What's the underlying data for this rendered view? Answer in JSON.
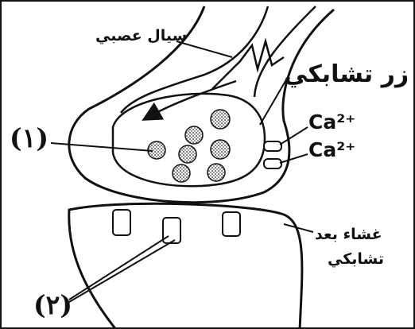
{
  "labels": {
    "nerve_impulse": "سيال عصبي",
    "synaptic_knob": "زر تشابكي",
    "calcium_1": "Ca²⁺",
    "calcium_2": "Ca²⁺",
    "postsynaptic_line1": "غشاء بعد",
    "postsynaptic_line2": "تشابكي",
    "marker_1": "(١)",
    "marker_2": "(٢)"
  },
  "colors": {
    "ink": "#111111",
    "vesicle_fill": "#cfcfcf",
    "background": "#ffffff"
  },
  "vesicle_count": 7,
  "receptor_count": 3,
  "calcium_channel_count": 2
}
